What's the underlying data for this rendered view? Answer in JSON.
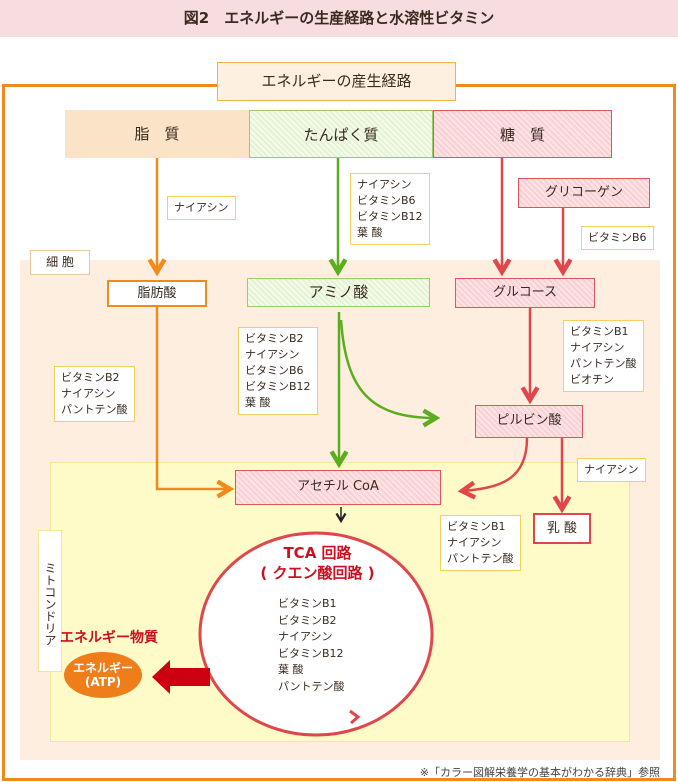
{
  "title": "図2　エネルギーの生産経路と水溶性ビタミン",
  "main_label": "エネルギーの産生経路",
  "sources": {
    "fat": "脂　質",
    "protein": "たんぱく質",
    "carb": "糖　質"
  },
  "regions": {
    "cell": "細 胞",
    "mitochondria": "ミトコンドリア"
  },
  "nodes": {
    "fatty_acid": "脂肪酸",
    "amino_acid": "アミノ酸",
    "glucose": "グルコース",
    "glycogen": "グリコーゲン",
    "pyruvate": "ピルビン酸",
    "acetyl_coa": "アセチル CoA",
    "lactate": "乳 酸"
  },
  "tca": {
    "title1": "TCA 回路",
    "title2": "( クエン酸回路 )",
    "vitamins": [
      "ビタミンB1",
      "ビタミンB2",
      "ナイアシン",
      "ビタミンB12",
      "葉 酸",
      "パントテン酸"
    ]
  },
  "notes": {
    "fat_to_fa": [
      "ナイアシン"
    ],
    "protein_to_aa": [
      "ナイアシン",
      "ビタミンB6",
      "ビタミンB12",
      "葉 酸"
    ],
    "glycogen_to_glucose": [
      "ビタミンB6"
    ],
    "fa_to_acetyl": [
      "ビタミンB2",
      "ナイアシン",
      "パントテン酸"
    ],
    "aa_to_acetyl": [
      "ビタミンB2",
      "ナイアシン",
      "ビタミンB6",
      "ビタミンB12",
      "葉 酸"
    ],
    "glucose_to_pyruvate": [
      "ビタミンB1",
      "ナイアシン",
      "パントテン酸",
      "ビオチン"
    ],
    "pyruvate_to_lactate": [
      "ナイアシン"
    ],
    "pyruvate_to_acetyl": [
      "ビタミンB1",
      "ナイアシン",
      "パントテン酸"
    ]
  },
  "energy": {
    "label": "エネルギー物質",
    "atp1": "エネルギー",
    "atp2": "(ATP)"
  },
  "footnote": "※「カラー図解栄養学の基本がわかる辞典」参照",
  "colors": {
    "orange": "#f08a1c",
    "green": "#5aae1e",
    "red": "#e0474c",
    "dark_red": "#cc0010"
  }
}
